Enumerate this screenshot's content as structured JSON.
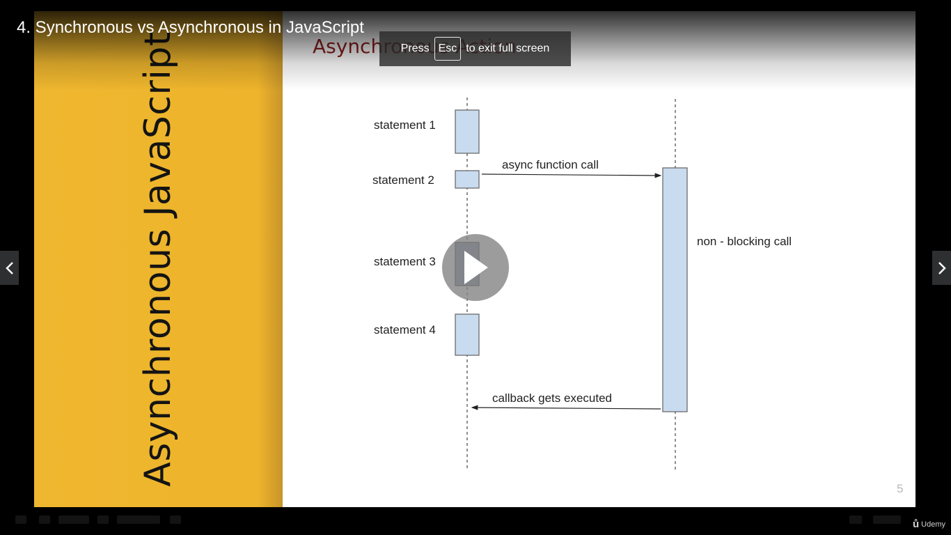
{
  "player": {
    "lecture_title": "4. Synchronous vs Asynchronous in JavaScript",
    "fullscreen_toast": {
      "prefix": "Press",
      "key": "Esc",
      "suffix": "to exit full screen"
    },
    "brand": "Udemy"
  },
  "slide": {
    "vertical_title": "Asynchronous JavaScript",
    "heading": "Asynchronous Action",
    "page_number": "5",
    "diagram": {
      "statements": [
        "statement 1",
        "statement 2",
        "statement 3",
        "statement 4"
      ],
      "async_call_label": "async function call",
      "non_blocking_label": "non - blocking call",
      "callback_label": "callback gets executed"
    }
  },
  "colors": {
    "yellow": "#efb72f",
    "heading_red": "#8e1f1f",
    "box_fill": "#c9dbee",
    "box_stroke": "#6b6b6b",
    "statement3_fill": "#8b9bb0"
  },
  "icons": {
    "play": "play-icon",
    "previous": "chevron-left-icon",
    "next": "chevron-right-icon",
    "brand": "udemy-logo-icon"
  }
}
